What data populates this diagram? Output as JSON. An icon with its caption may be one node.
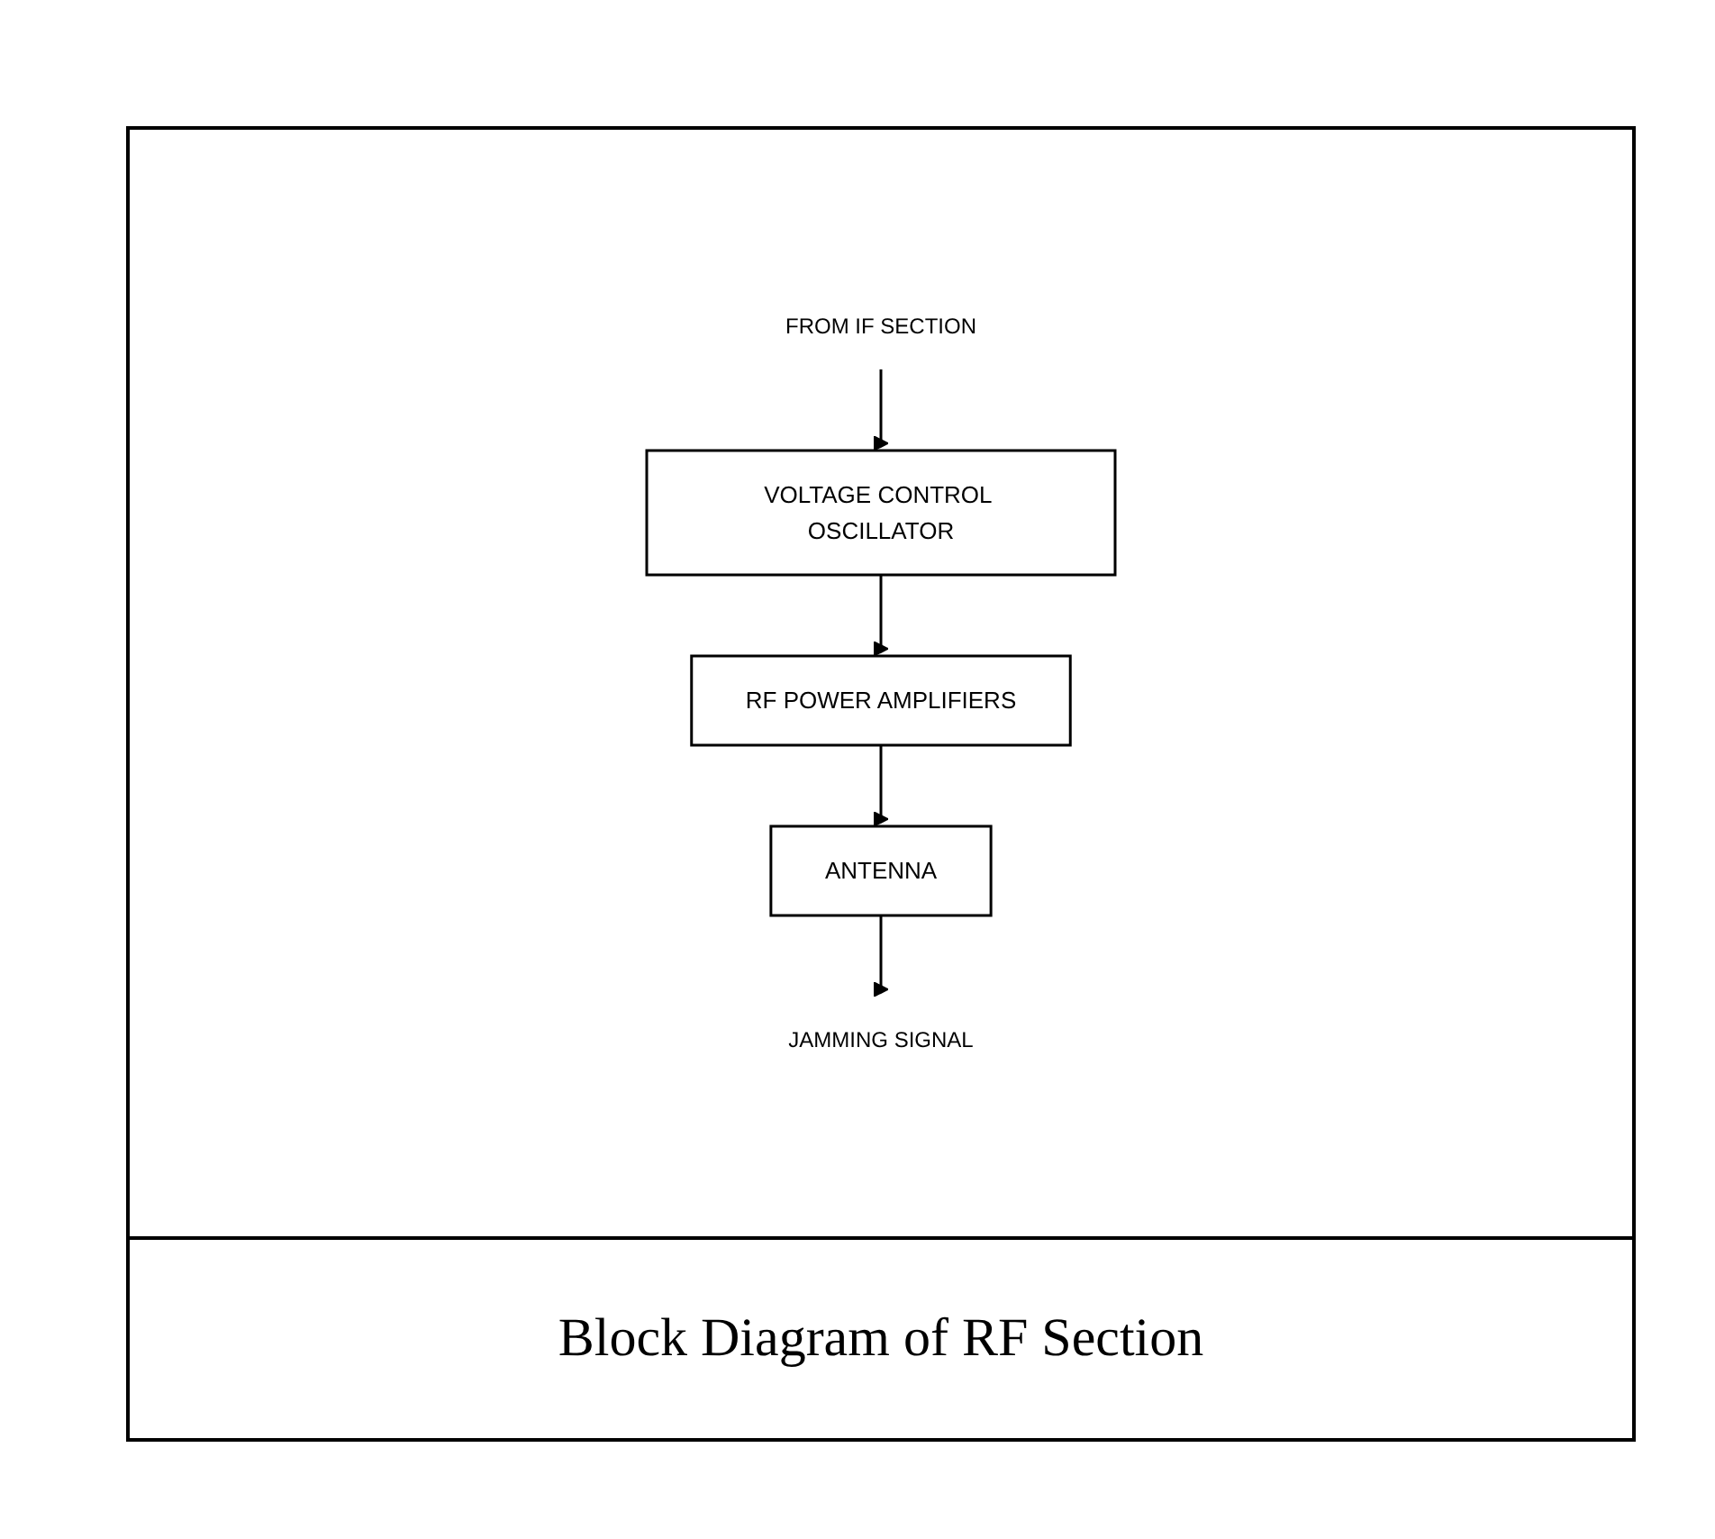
{
  "diagram": {
    "caption": "Block Diagram of RF Section",
    "nodes": [
      {
        "text": [
          "FROM IF SECTION"
        ]
      },
      {
        "text": [
          "VOLTAGE CONTROL OSCILLATOR"
        ]
      },
      {
        "text": [
          "RF POWER AMPLIFIERS"
        ]
      },
      {
        "text": [
          "ANTENNA"
        ]
      },
      {
        "text": [
          "JAMMING SIGNAL"
        ]
      }
    ],
    "edges": [
      {
        "from": 0,
        "to": 1,
        "arrow": "to"
      },
      {
        "from": 1,
        "to": 2,
        "arrow": "to"
      },
      {
        "from": 2,
        "to": 3,
        "arrow": "to"
      },
      {
        "from": 3,
        "to": 4,
        "arrow": "to"
      }
    ]
  }
}
